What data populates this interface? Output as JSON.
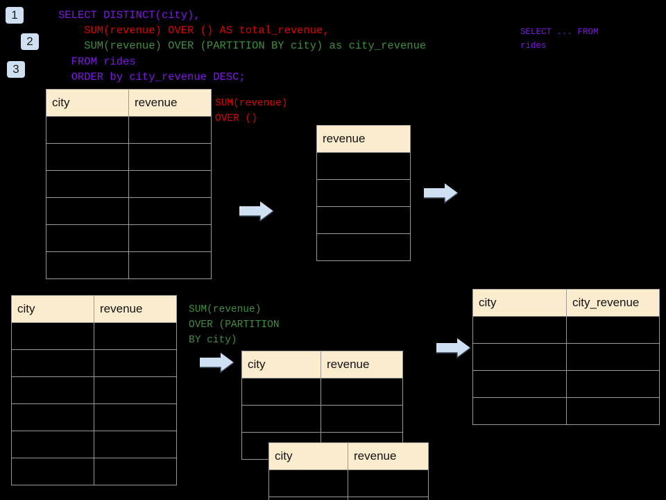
{
  "badges": [
    {
      "label": "1",
      "name": "step-badge-1"
    },
    {
      "label": "2",
      "name": "step-badge-2"
    },
    {
      "label": "3",
      "name": "step-badge-3"
    }
  ],
  "sql": {
    "line1": "SELECT DISTINCT(city),",
    "line2": "    SUM(revenue) OVER () AS total_revenue,",
    "line3": "    SUM(revenue) OVER (PARTITION BY city) as city_revenue",
    "line4": "  FROM rides",
    "line5": "  ORDER by city_revenue DESC;"
  },
  "side_note": {
    "line1": "SELECT ... FROM",
    "line2": "rides"
  },
  "annotations": {
    "total": {
      "line1": "SUM(revenue)",
      "line2": "OVER ()"
    },
    "partition": {
      "line1": "SUM(revenue)",
      "line2": "OVER (PARTITION",
      "line3": "BY city)"
    }
  },
  "tables": {
    "source_top": {
      "headers": [
        "city",
        "revenue"
      ],
      "body_rows": 6
    },
    "total_revenue": {
      "headers": [
        "revenue"
      ],
      "body_rows": 4
    },
    "source_bottom": {
      "headers": [
        "city",
        "revenue"
      ],
      "body_rows": 6
    },
    "partition_a": {
      "headers": [
        "city",
        "revenue"
      ],
      "body_rows": 3
    },
    "partition_b": {
      "headers": [
        "city",
        "revenue"
      ],
      "body_rows": 2
    },
    "result": {
      "headers": [
        "city",
        "city_revenue"
      ],
      "body_rows": 4
    }
  },
  "arrows": [
    {
      "name": "arrow-source-to-total"
    },
    {
      "name": "arrow-total-to-result"
    },
    {
      "name": "arrow-source-to-partition"
    },
    {
      "name": "arrow-partition-to-result"
    }
  ],
  "colors": {
    "background": "#000000",
    "header_fill": "#fcecce",
    "grid_line": "#9a9a9a",
    "badge_fill": "#cfe0f2",
    "arrow_fill": "#cfe0f2",
    "keyword_purple": "#7f17e8",
    "annotation_red": "#e00000",
    "annotation_green": "#3f8f3f"
  }
}
